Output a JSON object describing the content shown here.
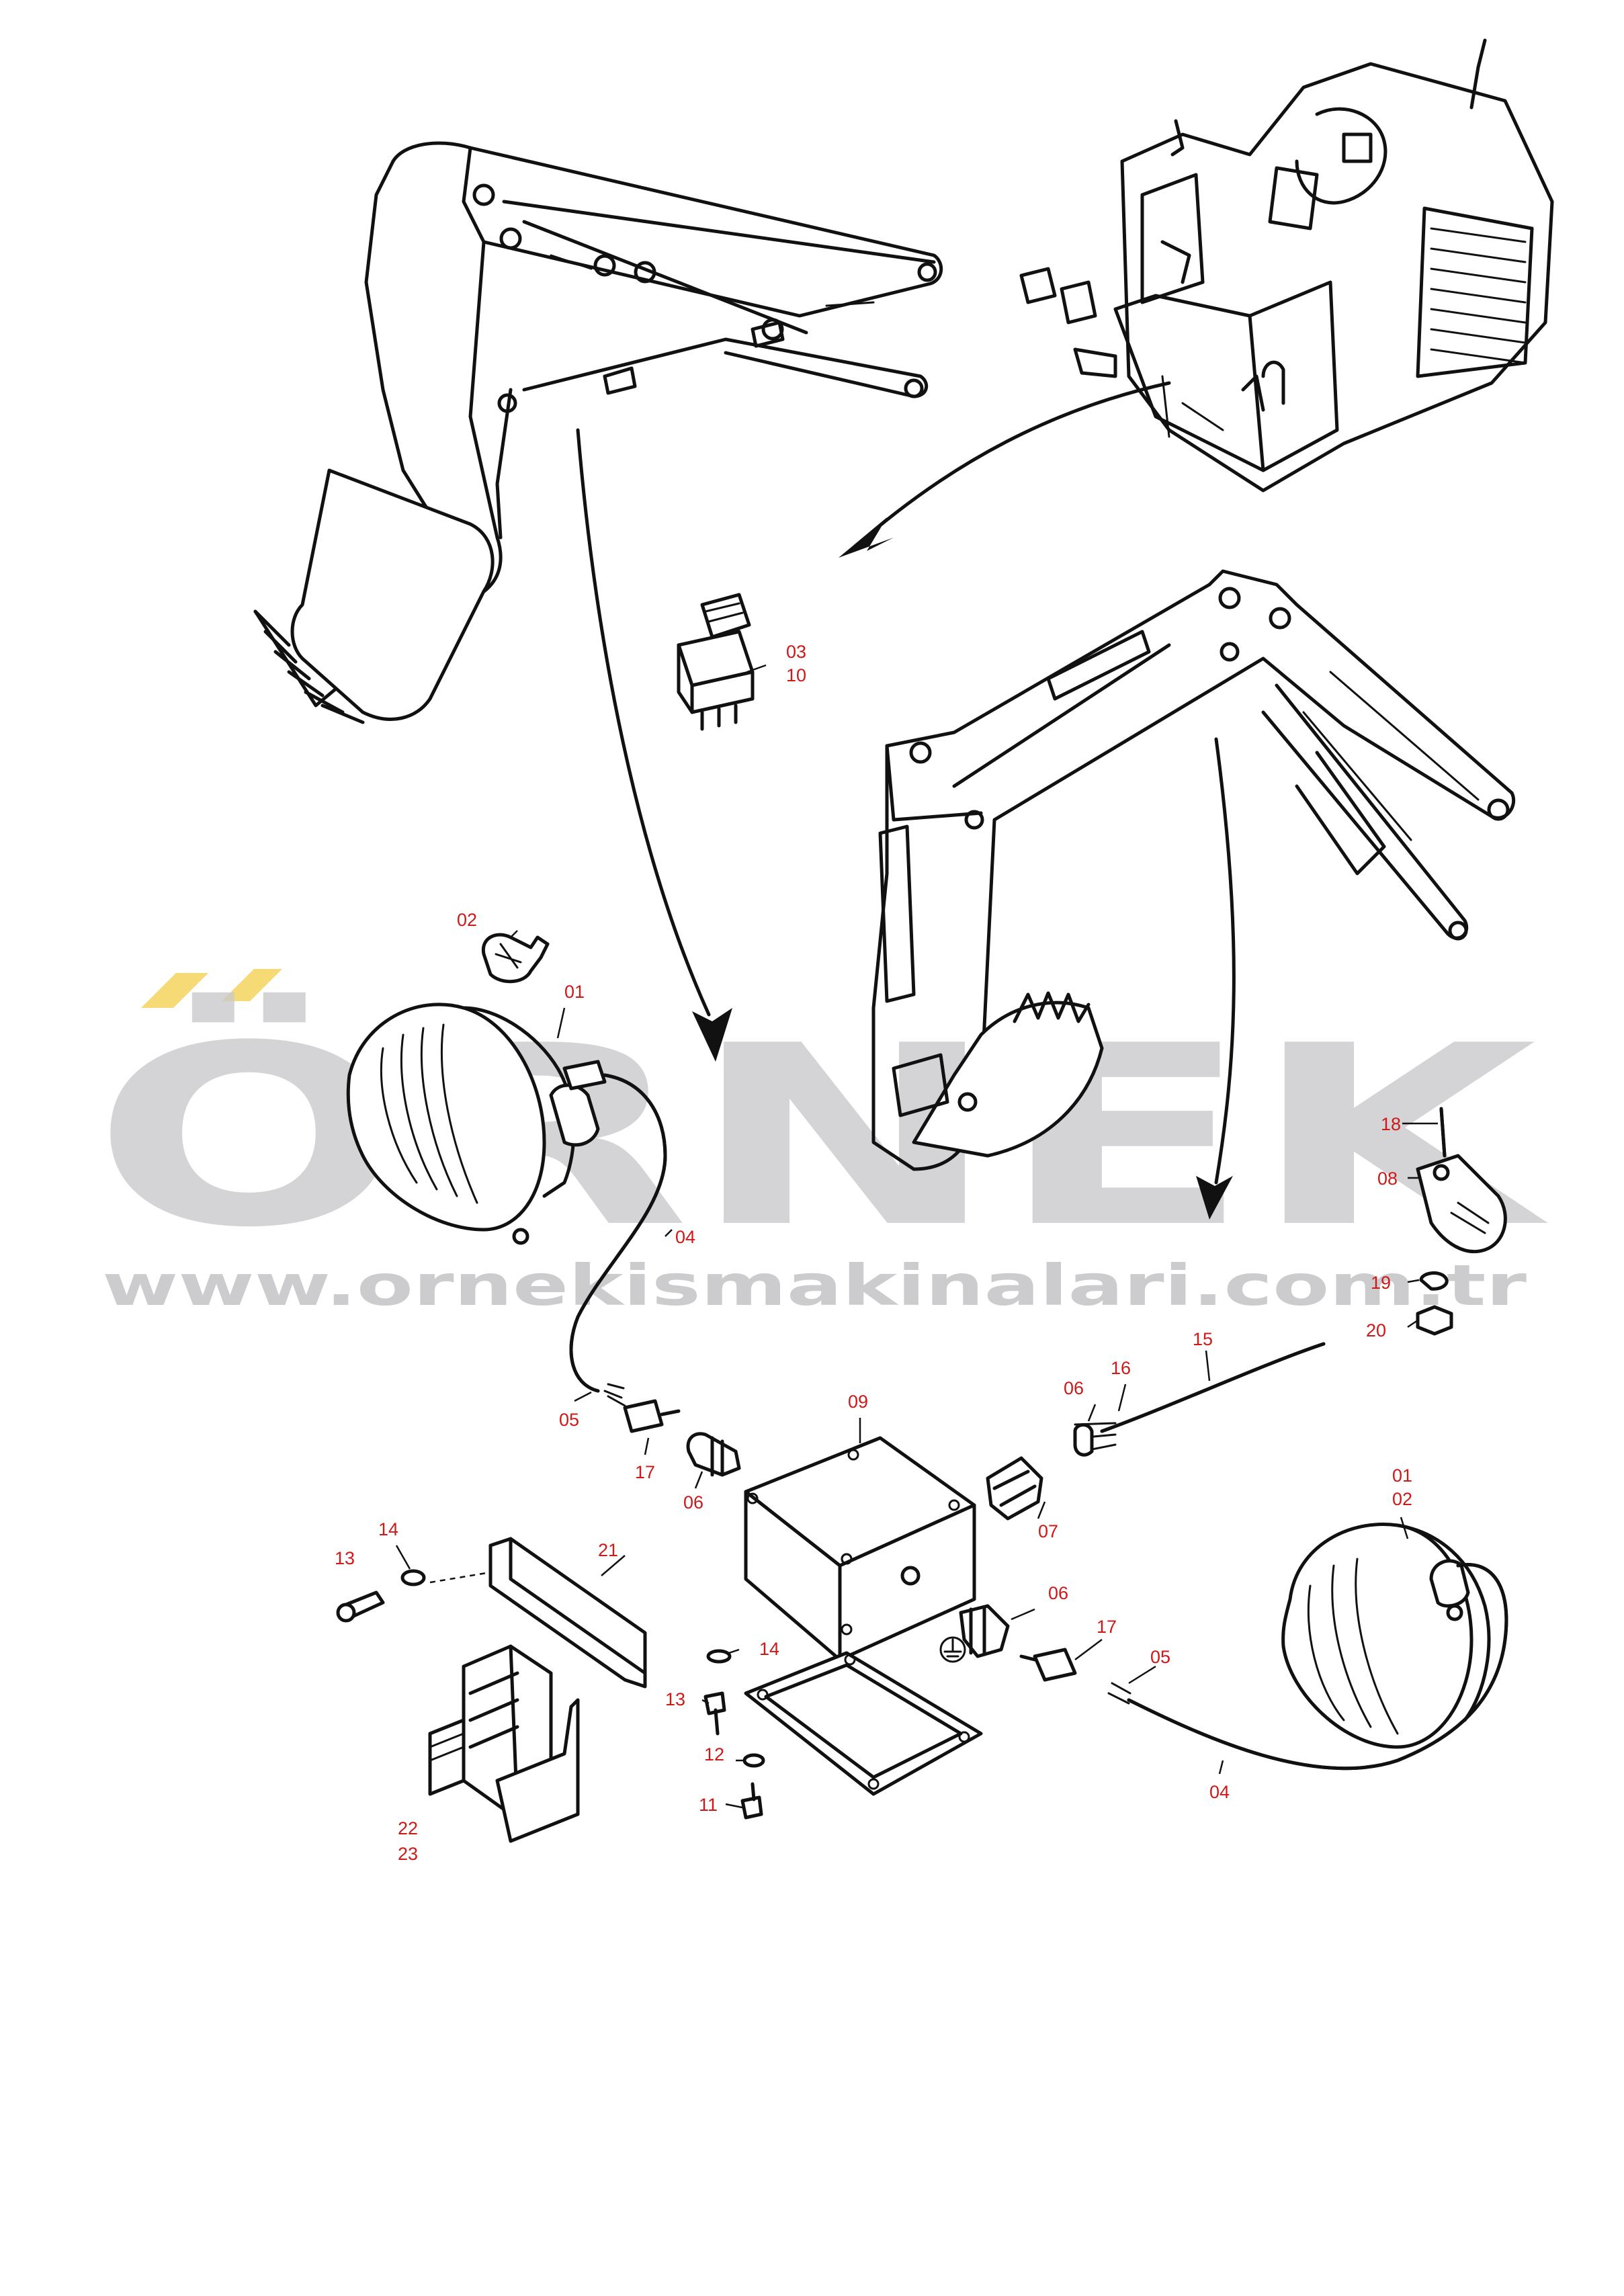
{
  "watermark": {
    "brand": "ÖRNEK",
    "url": "www.ornekismakinalari.com.tr",
    "accent_color": "#f4d35e",
    "text_color": "#c9c9cc"
  },
  "label_color": "#d01818",
  "callouts": {
    "c03": "03",
    "c10": "10",
    "c02_top": "02",
    "c01_top": "01",
    "c04_left": "04",
    "c05_left": "05",
    "c17_left": "17",
    "c06_left": "06",
    "c09": "09",
    "c07": "07",
    "c06_wire": "06",
    "c16": "16",
    "c15": "15",
    "c18": "18",
    "c08": "08",
    "c19": "19",
    "c20": "20",
    "c01_right": "01",
    "c02_right": "02",
    "c06_right": "06",
    "c17_right": "17",
    "c05_right": "05",
    "c04_right": "04",
    "c14_left": "14",
    "c13_left": "13",
    "c21": "21",
    "c14_mid": "14",
    "c13_mid": "13",
    "c12": "12",
    "c11": "11",
    "c22": "22",
    "c23": "23"
  },
  "icons": {
    "ground": "ground-symbol-icon"
  }
}
